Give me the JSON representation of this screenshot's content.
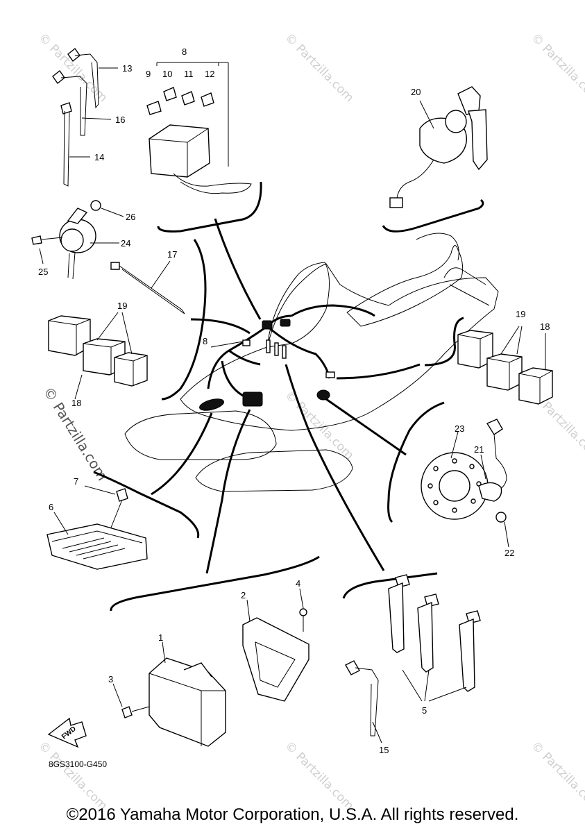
{
  "labels": {
    "p1": "1",
    "p2": "2",
    "p3": "3",
    "p4": "4",
    "p5": "5",
    "p6": "6",
    "p7": "7",
    "p8a": "8",
    "p8b": "8",
    "p9": "9",
    "p10": "10",
    "p11": "11",
    "p12": "12",
    "p13": "13",
    "p14": "14",
    "p15": "15",
    "p16": "16",
    "p17": "17",
    "p18a": "18",
    "p18b": "18",
    "p19a": "19",
    "p19b": "19",
    "p20": "20",
    "p21": "21",
    "p22": "22",
    "p23": "23",
    "p24": "24",
    "p25": "25",
    "p26": "26"
  },
  "fwd_label": "FWD",
  "diagram_code": "8GS3100-G450",
  "watermark": {
    "main": "© Partzilla.com",
    "tile": "© Partzilla.com"
  },
  "copyright": "©2016 Yamaha Motor Corporation, U.S.A. All rights reserved."
}
